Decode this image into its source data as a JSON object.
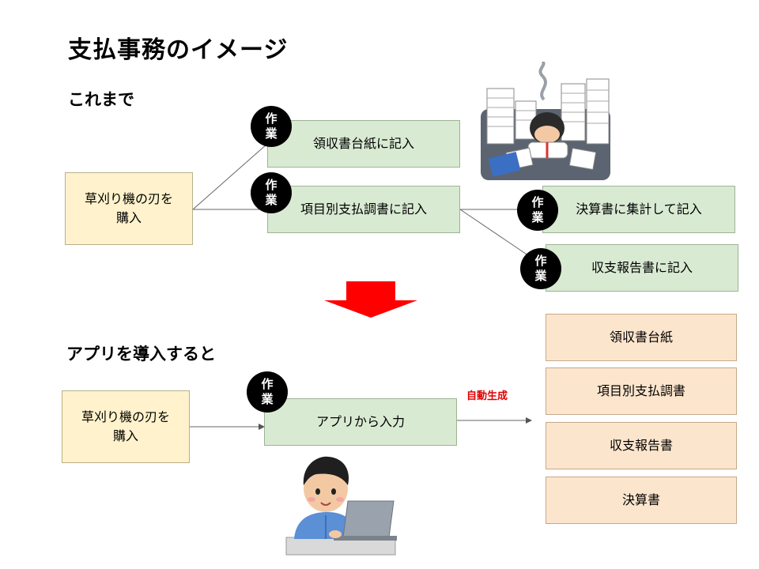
{
  "title": "支払事務のイメージ",
  "before": {
    "heading": "これまで",
    "purchase": "草刈り機の刃を\n購入",
    "tasks": [
      "領収書台紙に記入",
      "項目別支払調書に記入",
      "決算書に集計して記入",
      "収支報告書に記入"
    ]
  },
  "after": {
    "heading": "アプリを導入すると",
    "purchase": "草刈り機の刃を\n購入",
    "task": "アプリから入力",
    "auto_label": "自動生成",
    "outputs": [
      "領収書台紙",
      "項目別支払調書",
      "収支報告書",
      "決算書"
    ]
  },
  "badge": {
    "line1": "作",
    "line2": "業"
  },
  "colors": {
    "purchase": "#fff2cc",
    "task": "#d9ead3",
    "output": "#fce5cd",
    "arrow": "#ff0000",
    "badge": "#000000",
    "auto_label": "#e00000"
  }
}
